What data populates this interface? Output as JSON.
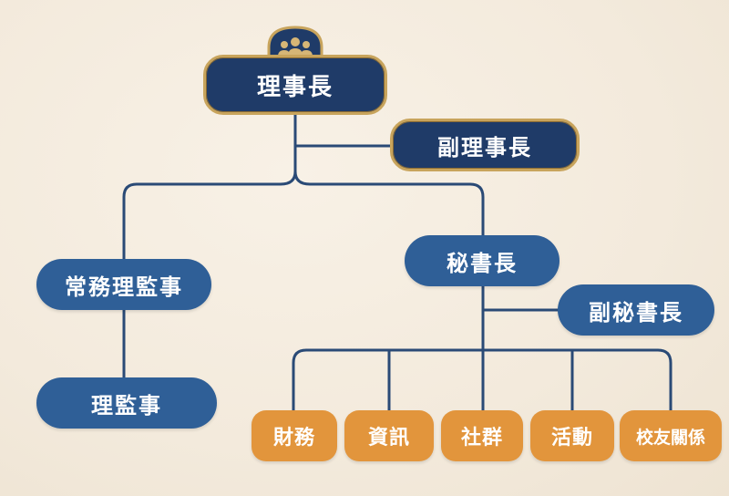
{
  "org_chart": {
    "chairman": "理事長",
    "vice_chairman": "副理事長",
    "secretary_general": "秘書長",
    "deputy_secretary_general": "副秘書長",
    "standing_supervisor": "常務理監事",
    "supervisor": "理監事",
    "departments": [
      "財務",
      "資訊",
      "社群",
      "活動",
      "校友關係"
    ]
  },
  "badge_icon": "group-people-icon",
  "colors": {
    "navy": "#1f3b68",
    "gold": "#c8a45c",
    "blue": "#2f5f97",
    "orange": "#e2953c",
    "line": "#2a4a76",
    "background": "#f3eadc"
  }
}
